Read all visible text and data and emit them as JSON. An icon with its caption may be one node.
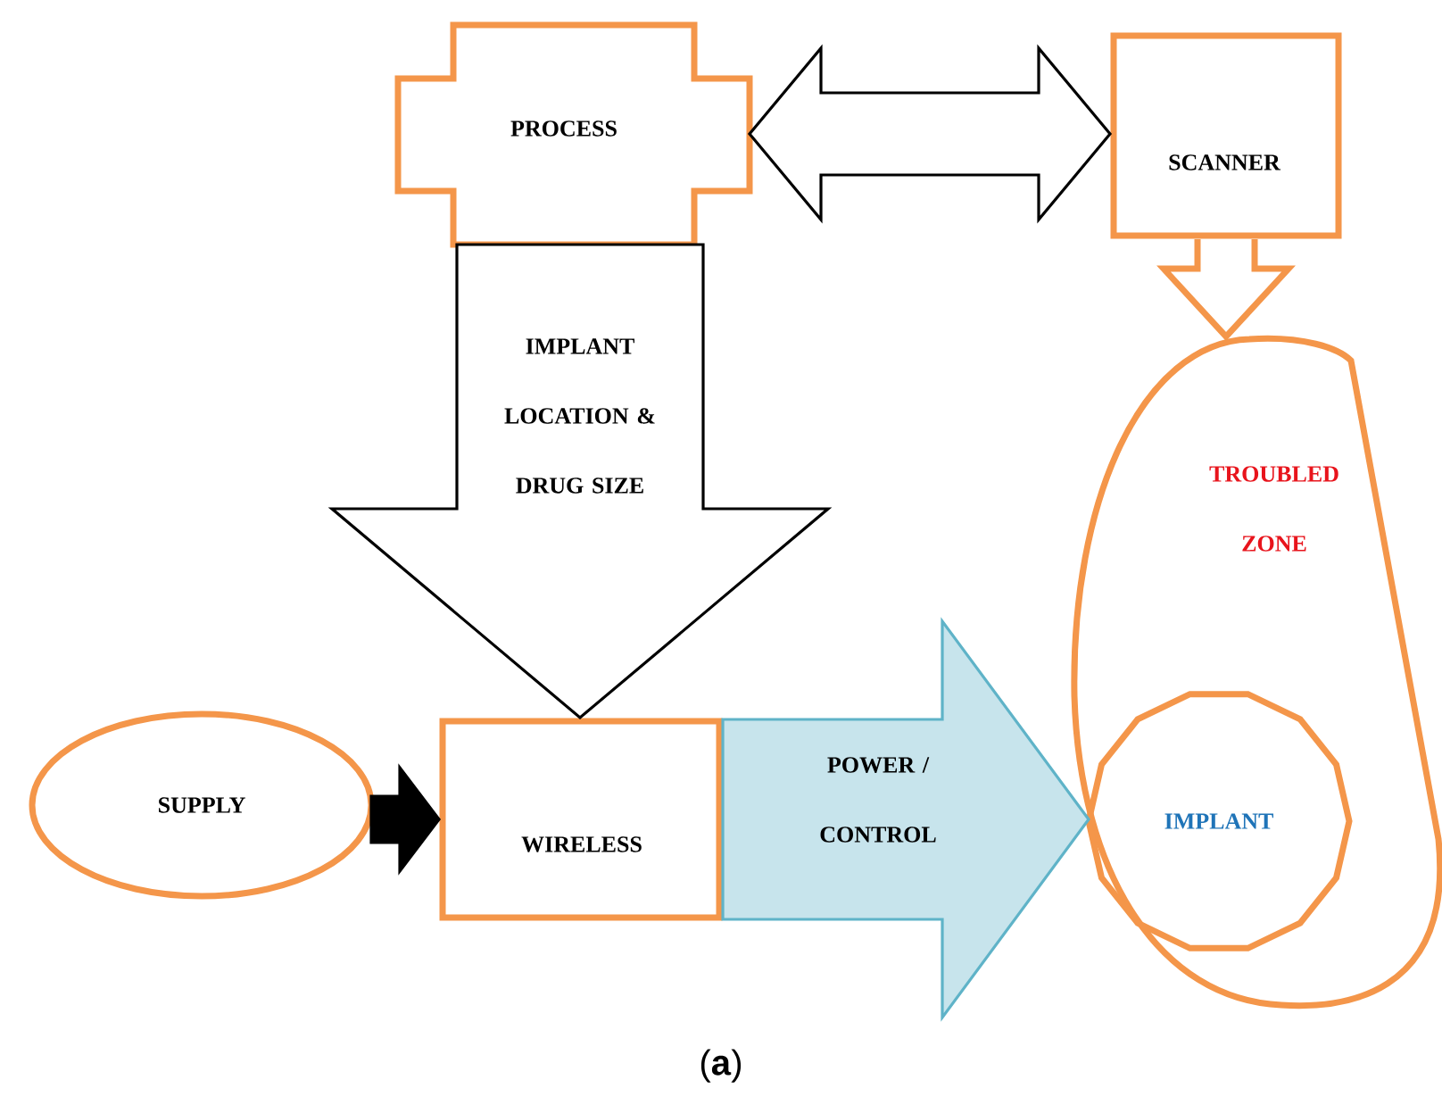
{
  "diagram": {
    "caption": "(**a**)",
    "nodes": [
      {
        "text": [
          "PROCESS"
        ]
      },
      {
        "text": [
          "SCANNER"
        ]
      },
      {
        "text": [
          "TROUBLED ZONE"
        ]
      },
      {
        "text": [
          "IMPLANT"
        ],
        "in": 2
      },
      {
        "text": [
          "SUPPLY"
        ]
      },
      {
        "text": [
          "WIRELESS"
        ]
      }
    ],
    "edges": [
      {
        "from": 0,
        "to": 1,
        "arrow": "both"
      },
      {
        "from": 0,
        "to": 5,
        "arrow": "to",
        "label": "IMPLANT LOCATION & DRUG SIZE"
      },
      {
        "from": 1,
        "to": 2,
        "arrow": "to",
        "color": "#f4964a"
      },
      {
        "from": 4,
        "to": 5,
        "arrow": "to"
      },
      {
        "from": 5,
        "to": 3,
        "arrow": "to",
        "label": "POWER / CONTROL",
        "color": "#5fb3c8"
      }
    ]
  }
}
